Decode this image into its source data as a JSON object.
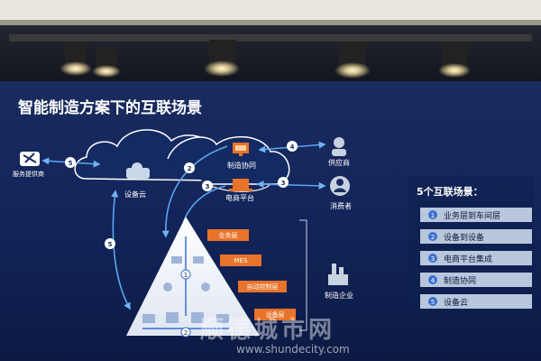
{
  "slide": {
    "title": "智能制造方案下的互联场景",
    "nodes": {
      "service_provider": "服务提供商",
      "device_cloud": "设备云",
      "manufacturing_collab": "制造协同",
      "ecommerce_platform": "电商平台",
      "supplier": "供应商",
      "consumer": "消费者",
      "manufacturing_enterprise": "制造企业"
    },
    "pyramid_layers": [
      "业务层",
      "MES",
      "自动控制层",
      "设备层"
    ],
    "connection_numbers": [
      "1",
      "2",
      "3",
      "4",
      "5"
    ]
  },
  "panel": {
    "heading": "5个互联场景：",
    "items": [
      {
        "num": "1",
        "label": "业务层到车间层"
      },
      {
        "num": "2",
        "label": "设备到设备"
      },
      {
        "num": "3",
        "label": "电商平台集成"
      },
      {
        "num": "4",
        "label": "制造协同"
      },
      {
        "num": "5",
        "label": "设备云"
      }
    ]
  },
  "watermark": {
    "text": "顺德城市网",
    "url": "www.shundecity.com"
  },
  "colors": {
    "background": "#0d1a3c",
    "ceiling": "#1a1e2a",
    "accent_orange": "#e8732a",
    "line_blue": "#5aa7f0",
    "panel_item": "#b8c7dc",
    "badge_blue": "#3b6fd0"
  }
}
